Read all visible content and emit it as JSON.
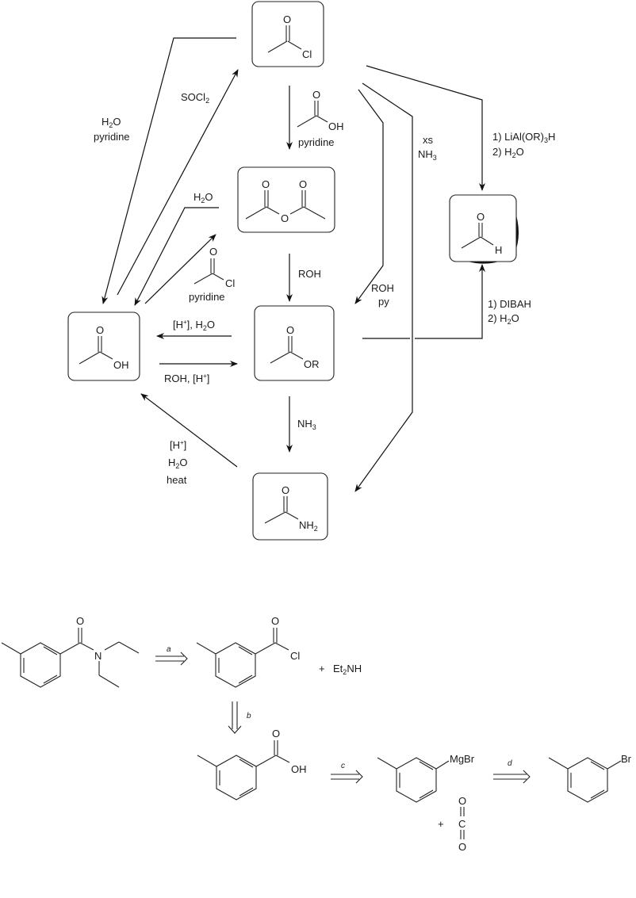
{
  "title": "Interconversion of carboxylic acid derivatives and retrosynthesis of N,N-diethyl-3-methylbenzamide",
  "compounds": {
    "acid_chloride": {
      "name": "acetyl chloride",
      "hetero": "Cl",
      "carbonyl_o": "O"
    },
    "anhydride": {
      "name": "acetic anhydride",
      "bridge_o": "O",
      "carbonyl_o": "O"
    },
    "carboxylic_acid": {
      "name": "acetic acid",
      "hetero": "OH",
      "carbonyl_o": "O"
    },
    "ester": {
      "name": "acetate ester",
      "hetero": "OR",
      "carbonyl_o": "O"
    },
    "amide": {
      "name": "acetamide",
      "hetero": "NH",
      "hetero_sub": "2",
      "carbonyl_o": "O"
    },
    "aldehyde": {
      "name": "acetaldehyde",
      "hetero": "H",
      "carbonyl_o": "O"
    }
  },
  "reagents": {
    "acid_to_chloride": {
      "line1": "SOCl",
      "line1_sub": "2"
    },
    "chloride_to_acid": {
      "line1_a": "H",
      "line1_sub": "2",
      "line1_b": "O",
      "line2": "pyridine"
    },
    "chloride_to_anhydride": {
      "mol_o": "O",
      "mol_oh": "OH",
      "line2": "pyridine"
    },
    "anhydride_to_acid": {
      "a": "H",
      "sub": "2",
      "b": "O"
    },
    "acid_to_anhydride": {
      "mol_o": "O",
      "mol_cl": "Cl",
      "line2": "pyridine"
    },
    "anhydride_to_ester": {
      "text": "ROH"
    },
    "chloride_to_ester": {
      "line1": "ROH",
      "line2": "py"
    },
    "chloride_to_amide": {
      "line1": "xs",
      "line2_a": "NH",
      "line2_sub": "3"
    },
    "chloride_to_aldehyde": {
      "line1_a": "1) LiAl(OR)",
      "line1_sub": "3",
      "line1_b": "H",
      "line2_a": "2) H",
      "line2_sub": "2",
      "line2_b": "O"
    },
    "ester_to_aldehyde": {
      "line1": "1) DIBAH",
      "line2_a": "2) H",
      "line2_sub": "2",
      "line2_b": "O"
    },
    "ester_to_acid": {
      "a": "[H",
      "sup": "+",
      "b": "], H",
      "sub": "2",
      "c": "O"
    },
    "acid_to_ester": {
      "a": "ROH, [H",
      "sup": "+",
      "b": "]"
    },
    "ester_to_amide": {
      "a": "NH",
      "sub": "3"
    },
    "amide_to_acid": {
      "line1_a": "[H",
      "line1_sup": "+",
      "line1_b": "]",
      "line2_a": "H",
      "line2_sub": "2",
      "line2_b": "O",
      "line3": "heat"
    }
  },
  "retrosynthesis": {
    "target": {
      "o": "O",
      "n": "N"
    },
    "step_a": {
      "label": "a",
      "product_o": "O",
      "product_cl": "Cl",
      "plus": "+",
      "byproduct_a": "Et",
      "byproduct_sub": "2",
      "byproduct_b": "NH"
    },
    "step_b": {
      "label": "b",
      "product_o": "O",
      "product_oh": "OH"
    },
    "step_c": {
      "label": "c",
      "product_mgbr": "MgBr",
      "plus": "+",
      "co2_o1": "O",
      "co2_c": "C",
      "co2_o2": "O"
    },
    "step_d": {
      "label": "d",
      "product_br": "Br"
    }
  }
}
